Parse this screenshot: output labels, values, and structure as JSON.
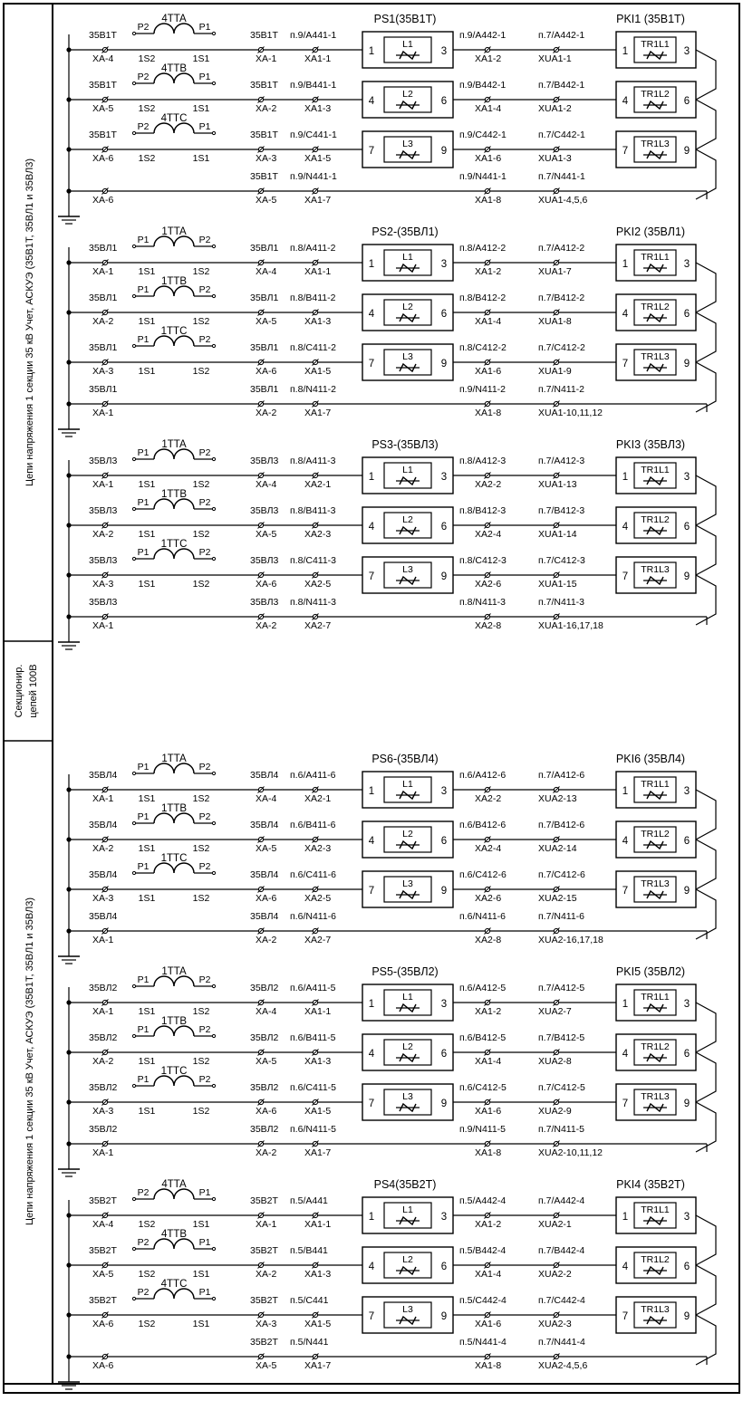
{
  "side_labels": {
    "top": "Цепи напряжения 1 секции 35 кВ Учет, АСКУЭ (35В1Т, 35ВЛ1 и 35ВЛ3)",
    "middle_line1": "Секционир.",
    "middle_line2": "цепей 100В",
    "bottom": "Цепи напряжения 1 секции 35 кВ Учет, АСКУЭ (35В1Т, 35ВЛ1 и 35ВЛ3)"
  },
  "groups": [
    {
      "id": "ps1",
      "orient": "r",
      "ps_title": "PS1(35В1Т)",
      "pki_title": "PKI1 (35В1Т)",
      "phases": [
        {
          "wire": "35В1Т",
          "xa": "XA-4",
          "tt": "4TTA",
          "p_left": "P2",
          "p_right": "P1",
          "s_left": "1S2",
          "s_right": "1S1",
          "wire2": "35В1Т",
          "xa2": "XA-1",
          "n1": "п.9/A441-1",
          "xa1": "XA1-1",
          "n2": "п.9/A442-1",
          "xa1b": "XA1-2",
          "n3": "п.7/A442-1",
          "xua": "XUA1-1",
          "ps_in": "1",
          "ps_l": "L1",
          "ps_out": "3",
          "pki_in": "1",
          "pki_l": "TR1L1",
          "pki_out": "3"
        },
        {
          "wire": "35В1Т",
          "xa": "XA-5",
          "tt": "4TTB",
          "p_left": "P2",
          "p_right": "P1",
          "s_left": "1S2",
          "s_right": "1S1",
          "wire2": "35В1Т",
          "xa2": "XA-2",
          "n1": "п.9/B441-1",
          "xa1": "XA1-3",
          "n2": "п.9/B442-1",
          "xa1b": "XA1-4",
          "n3": "п.7/B442-1",
          "xua": "XUA1-2",
          "ps_in": "4",
          "ps_l": "L2",
          "ps_out": "6",
          "pki_in": "4",
          "pki_l": "TR1L2",
          "pki_out": "6"
        },
        {
          "wire": "35В1Т",
          "xa": "XA-6",
          "tt": "4TTC",
          "p_left": "P2",
          "p_right": "P1",
          "s_left": "1S2",
          "s_right": "1S1",
          "wire2": "35В1Т",
          "xa2": "XA-3",
          "n1": "п.9/C441-1",
          "xa1": "XA1-5",
          "n2": "п.9/C442-1",
          "xa1b": "XA1-6",
          "n3": "п.7/C442-1",
          "xua": "XUA1-3",
          "ps_in": "7",
          "ps_l": "L3",
          "ps_out": "9",
          "pki_in": "7",
          "pki_l": "TR1L3",
          "pki_out": "9"
        }
      ],
      "neutral": {
        "wire": "",
        "xa": "XA-6",
        "wire2": "35В1Т",
        "xa2": "XA-5",
        "n1": "п.9/N441-1",
        "xa1": "XA1-7",
        "n2": "п.9/N441-1",
        "xa1b": "XA1-8",
        "n3": "п.7/N441-1",
        "xua": "XUA1-4,5,6"
      }
    },
    {
      "id": "ps2",
      "orient": "f",
      "ps_title": "PS2-(35ВЛ1)",
      "pki_title": "PKI2 (35ВЛ1)",
      "phases": [
        {
          "wire": "35ВЛ1",
          "xa": "XA-1",
          "tt": "1TTA",
          "p_left": "P1",
          "p_right": "P2",
          "s_left": "1S1",
          "s_right": "1S2",
          "wire2": "35ВЛ1",
          "xa2": "XA-4",
          "n1": "п.8/A411-2",
          "xa1": "XA1-1",
          "n2": "п.8/A412-2",
          "xa1b": "XA1-2",
          "n3": "п.7/A412-2",
          "xua": "XUA1-7",
          "ps_in": "1",
          "ps_l": "L1",
          "ps_out": "3",
          "pki_in": "1",
          "pki_l": "TR1L1",
          "pki_out": "3"
        },
        {
          "wire": "35ВЛ1",
          "xa": "XA-2",
          "tt": "1TTB",
          "p_left": "P1",
          "p_right": "P2",
          "s_left": "1S1",
          "s_right": "1S2",
          "wire2": "35ВЛ1",
          "xa2": "XA-5",
          "n1": "п.8/B411-2",
          "xa1": "XA1-3",
          "n2": "п.8/B412-2",
          "xa1b": "XA1-4",
          "n3": "п.7/B412-2",
          "xua": "XUA1-8",
          "ps_in": "4",
          "ps_l": "L2",
          "ps_out": "6",
          "pki_in": "4",
          "pki_l": "TR1L2",
          "pki_out": "6"
        },
        {
          "wire": "35ВЛ1",
          "xa": "XA-3",
          "tt": "1TTC",
          "p_left": "P1",
          "p_right": "P2",
          "s_left": "1S1",
          "s_right": "1S2",
          "wire2": "35ВЛ1",
          "xa2": "XA-6",
          "n1": "п.8/C411-2",
          "xa1": "XA1-5",
          "n2": "п.8/C412-2",
          "xa1b": "XA1-6",
          "n3": "п.7/C412-2",
          "xua": "XUA1-9",
          "ps_in": "7",
          "ps_l": "L3",
          "ps_out": "9",
          "pki_in": "7",
          "pki_l": "TR1L3",
          "pki_out": "9"
        }
      ],
      "neutral": {
        "wire": "35ВЛ1",
        "xa": "XA-1",
        "wire2": "35ВЛ1",
        "xa2": "XA-2",
        "n1": "п.8/N411-2",
        "xa1": "XA1-7",
        "n2": "п.9/N411-2",
        "xa1b": "XA1-8",
        "n3": "п.7/N411-2",
        "xua": "XUA1-10,11,12"
      }
    },
    {
      "id": "ps3",
      "orient": "f",
      "ps_title": "PS3-(35ВЛ3)",
      "pki_title": "PKI3 (35ВЛ3)",
      "phases": [
        {
          "wire": "35ВЛ3",
          "xa": "XA-1",
          "tt": "1TTA",
          "p_left": "P1",
          "p_right": "P2",
          "s_left": "1S1",
          "s_right": "1S2",
          "wire2": "35ВЛ3",
          "xa2": "XA-4",
          "n1": "п.8/A411-3",
          "xa1": "XA2-1",
          "n2": "п.8/A412-3",
          "xa1b": "XA2-2",
          "n3": "п.7/A412-3",
          "xua": "XUA1-13",
          "ps_in": "1",
          "ps_l": "L1",
          "ps_out": "3",
          "pki_in": "1",
          "pki_l": "TR1L1",
          "pki_out": "3"
        },
        {
          "wire": "35ВЛ3",
          "xa": "XA-2",
          "tt": "1TTB",
          "p_left": "P1",
          "p_right": "P2",
          "s_left": "1S1",
          "s_right": "1S2",
          "wire2": "35ВЛ3",
          "xa2": "XA-5",
          "n1": "п.8/B411-3",
          "xa1": "XA2-3",
          "n2": "п.8/B412-3",
          "xa1b": "XA2-4",
          "n3": "п.7/B412-3",
          "xua": "XUA1-14",
          "ps_in": "4",
          "ps_l": "L2",
          "ps_out": "6",
          "pki_in": "4",
          "pki_l": "TR1L2",
          "pki_out": "6"
        },
        {
          "wire": "35ВЛ3",
          "xa": "XA-3",
          "tt": "1TTC",
          "p_left": "P1",
          "p_right": "P2",
          "s_left": "1S1",
          "s_right": "1S2",
          "wire2": "35ВЛ3",
          "xa2": "XA-6",
          "n1": "п.8/C411-3",
          "xa1": "XA2-5",
          "n2": "п.8/C412-3",
          "xa1b": "XA2-6",
          "n3": "п.7/C412-3",
          "xua": "XUA1-15",
          "ps_in": "7",
          "ps_l": "L3",
          "ps_out": "9",
          "pki_in": "7",
          "pki_l": "TR1L3",
          "pki_out": "9"
        }
      ],
      "neutral": {
        "wire": "35ВЛ3",
        "xa": "XA-1",
        "wire2": "35ВЛ3",
        "xa2": "XA-2",
        "n1": "п.8/N411-3",
        "xa1": "XA2-7",
        "n2": "п.8/N411-3",
        "xa1b": "XA2-8",
        "n3": "п.7/N411-3",
        "xua": "XUA1-16,17,18"
      }
    },
    {
      "id": "ps6",
      "orient": "f",
      "ps_title": "PS6-(35ВЛ4)",
      "pki_title": "PKI6 (35ВЛ4)",
      "phases": [
        {
          "wire": "35ВЛ4",
          "xa": "XA-1",
          "tt": "1TTA",
          "p_left": "P1",
          "p_right": "P2",
          "s_left": "1S1",
          "s_right": "1S2",
          "wire2": "35ВЛ4",
          "xa2": "XA-4",
          "n1": "п.6/A411-6",
          "xa1": "XA2-1",
          "n2": "п.6/A412-6",
          "xa1b": "XA2-2",
          "n3": "п.7/A412-6",
          "xua": "XUA2-13",
          "ps_in": "1",
          "ps_l": "L1",
          "ps_out": "3",
          "pki_in": "1",
          "pki_l": "TR1L1",
          "pki_out": "3"
        },
        {
          "wire": "35ВЛ4",
          "xa": "XA-2",
          "tt": "1TTB",
          "p_left": "P1",
          "p_right": "P2",
          "s_left": "1S1",
          "s_right": "1S2",
          "wire2": "35ВЛ4",
          "xa2": "XA-5",
          "n1": "п.6/B411-6",
          "xa1": "XA2-3",
          "n2": "п.6/B412-6",
          "xa1b": "XA2-4",
          "n3": "п.7/B412-6",
          "xua": "XUA2-14",
          "ps_in": "4",
          "ps_l": "L2",
          "ps_out": "6",
          "pki_in": "4",
          "pki_l": "TR1L2",
          "pki_out": "6"
        },
        {
          "wire": "35ВЛ4",
          "xa": "XA-3",
          "tt": "1TTC",
          "p_left": "P1",
          "p_right": "P2",
          "s_left": "1S1",
          "s_right": "1S2",
          "wire2": "35ВЛ4",
          "xa2": "XA-6",
          "n1": "п.6/C411-6",
          "xa1": "XA2-5",
          "n2": "п.6/C412-6",
          "xa1b": "XA2-6",
          "n3": "п.7/C412-6",
          "xua": "XUA2-15",
          "ps_in": "7",
          "ps_l": "L3",
          "ps_out": "9",
          "pki_in": "7",
          "pki_l": "TR1L3",
          "pki_out": "9"
        }
      ],
      "neutral": {
        "wire": "35ВЛ4",
        "xa": "XA-1",
        "wire2": "35ВЛ4",
        "xa2": "XA-2",
        "n1": "п.6/N411-6",
        "xa1": "XA2-7",
        "n2": "п.6/N411-6",
        "xa1b": "XA2-8",
        "n3": "п.7/N411-6",
        "xua": "XUA2-16,17,18"
      }
    },
    {
      "id": "ps5",
      "orient": "f",
      "ps_title": "PS5-(35ВЛ2)",
      "pki_title": "PKI5 (35ВЛ2)",
      "phases": [
        {
          "wire": "35ВЛ2",
          "xa": "XA-1",
          "tt": "1TTA",
          "p_left": "P1",
          "p_right": "P2",
          "s_left": "1S1",
          "s_right": "1S2",
          "wire2": "35ВЛ2",
          "xa2": "XA-4",
          "n1": "п.6/A411-5",
          "xa1": "XA1-1",
          "n2": "п.6/A412-5",
          "xa1b": "XA1-2",
          "n3": "п.7/A412-5",
          "xua": "XUA2-7",
          "ps_in": "1",
          "ps_l": "L1",
          "ps_out": "3",
          "pki_in": "1",
          "pki_l": "TR1L1",
          "pki_out": "3"
        },
        {
          "wire": "35ВЛ2",
          "xa": "XA-2",
          "tt": "1TTB",
          "p_left": "P1",
          "p_right": "P2",
          "s_left": "1S1",
          "s_right": "1S2",
          "wire2": "35ВЛ2",
          "xa2": "XA-5",
          "n1": "п.6/B411-5",
          "xa1": "XA1-3",
          "n2": "п.6/B412-5",
          "xa1b": "XA1-4",
          "n3": "п.7/B412-5",
          "xua": "XUA2-8",
          "ps_in": "4",
          "ps_l": "L2",
          "ps_out": "6",
          "pki_in": "4",
          "pki_l": "TR1L2",
          "pki_out": "6"
        },
        {
          "wire": "35ВЛ2",
          "xa": "XA-3",
          "tt": "1TTC",
          "p_left": "P1",
          "p_right": "P2",
          "s_left": "1S1",
          "s_right": "1S2",
          "wire2": "35ВЛ2",
          "xa2": "XA-6",
          "n1": "п.6/C411-5",
          "xa1": "XA1-5",
          "n2": "п.6/C412-5",
          "xa1b": "XA1-6",
          "n3": "п.7/C412-5",
          "xua": "XUA2-9",
          "ps_in": "7",
          "ps_l": "L3",
          "ps_out": "9",
          "pki_in": "7",
          "pki_l": "TR1L3",
          "pki_out": "9"
        }
      ],
      "neutral": {
        "wire": "35ВЛ2",
        "xa": "XA-1",
        "wire2": "35ВЛ2",
        "xa2": "XA-2",
        "n1": "п.6/N411-5",
        "xa1": "XA1-7",
        "n2": "п.9/N411-5",
        "xa1b": "XA1-8",
        "n3": "п.7/N411-5",
        "xua": "XUA2-10,11,12"
      }
    },
    {
      "id": "ps4",
      "orient": "r",
      "ps_title": "PS4(35В2Т)",
      "pki_title": "PKI4 (35В2Т)",
      "phases": [
        {
          "wire": "35В2Т",
          "xa": "XA-4",
          "tt": "4TTA",
          "p_left": "P2",
          "p_right": "P1",
          "s_left": "1S2",
          "s_right": "1S1",
          "wire2": "35В2Т",
          "xa2": "XA-1",
          "n1": "п.5/A441",
          "xa1": "XA1-1",
          "n2": "п.5/A442-4",
          "xa1b": "XA1-2",
          "n3": "п.7/A442-4",
          "xua": "XUA2-1",
          "ps_in": "1",
          "ps_l": "L1",
          "ps_out": "3",
          "pki_in": "1",
          "pki_l": "TR1L1",
          "pki_out": "3"
        },
        {
          "wire": "35В2Т",
          "xa": "XA-5",
          "tt": "4TTB",
          "p_left": "P2",
          "p_right": "P1",
          "s_left": "1S2",
          "s_right": "1S1",
          "wire2": "35В2Т",
          "xa2": "XA-2",
          "n1": "п.5/B441",
          "xa1": "XA1-3",
          "n2": "п.5/B442-4",
          "xa1b": "XA1-4",
          "n3": "п.7/B442-4",
          "xua": "XUA2-2",
          "ps_in": "4",
          "ps_l": "L2",
          "ps_out": "6",
          "pki_in": "4",
          "pki_l": "TR1L2",
          "pki_out": "6"
        },
        {
          "wire": "35В2Т",
          "xa": "XA-6",
          "tt": "4TTC",
          "p_left": "P2",
          "p_right": "P1",
          "s_left": "1S2",
          "s_right": "1S1",
          "wire2": "35В2Т",
          "xa2": "XA-3",
          "n1": "п.5/C441",
          "xa1": "XA1-5",
          "n2": "п.5/C442-4",
          "xa1b": "XA1-6",
          "n3": "п.7/C442-4",
          "xua": "XUA2-3",
          "ps_in": "7",
          "ps_l": "L3",
          "ps_out": "9",
          "pki_in": "7",
          "pki_l": "TR1L3",
          "pki_out": "9"
        }
      ],
      "neutral": {
        "wire": "",
        "xa": "XA-6",
        "wire2": "35В2Т",
        "xa2": "XA-5",
        "n1": "п.5/N441",
        "xa1": "XA1-7",
        "n2": "п.5/N441-4",
        "xa1b": "XA1-8",
        "n3": "п.7/N441-4",
        "xua": "XUA2-4,5,6"
      }
    }
  ]
}
